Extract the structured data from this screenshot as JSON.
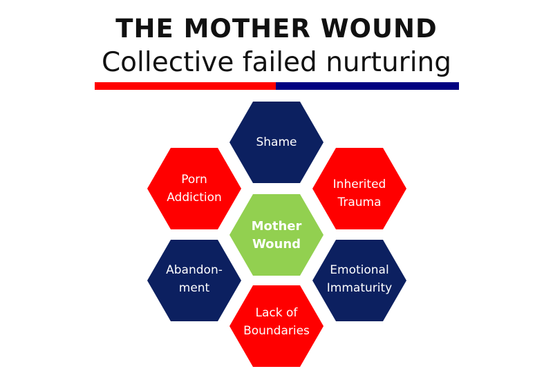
{
  "title": {
    "line1": "THE MOTHER WOUND",
    "line2": "Collective failed nurturing"
  },
  "colors": {
    "red": "#ff0000",
    "navy": "#0c2060",
    "green": "#92d050",
    "bar_red": "#ff0000",
    "bar_blue": "#000080"
  },
  "hexagons": {
    "center": {
      "line1": "Mother",
      "line2": "Wound"
    },
    "top": {
      "line1": "Shame",
      "line2": ""
    },
    "upper_left": {
      "line1": "Porn",
      "line2": "Addiction"
    },
    "upper_right": {
      "line1": "Inherited",
      "line2": "Trauma"
    },
    "lower_left": {
      "line1": "Abandon-",
      "line2": "ment"
    },
    "lower_right": {
      "line1": "Emotional",
      "line2": "Immaturity"
    },
    "bottom": {
      "line1": "Lack of",
      "line2": "Boundaries"
    }
  }
}
